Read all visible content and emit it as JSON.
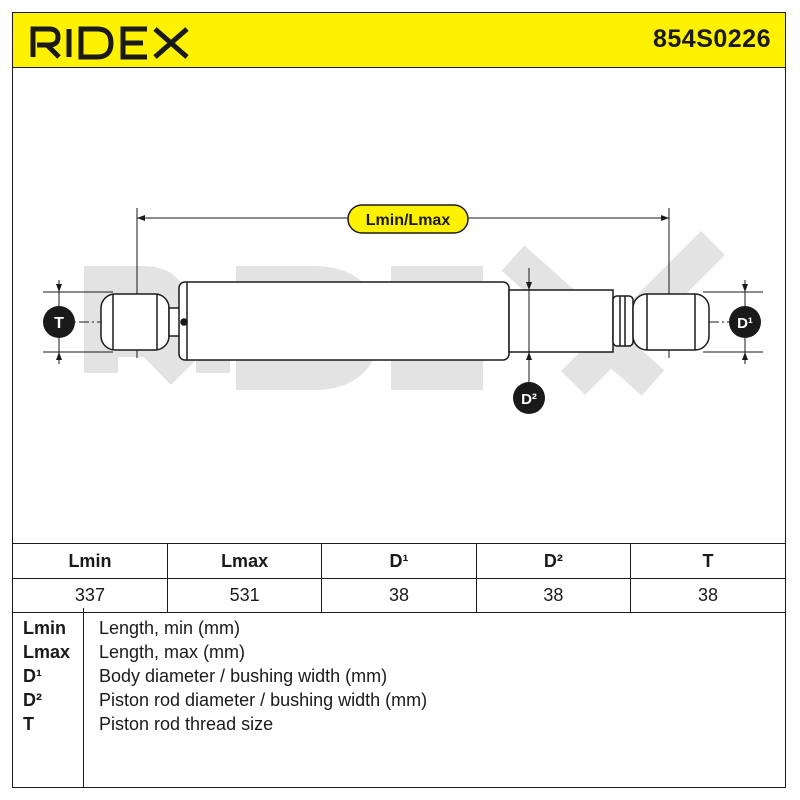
{
  "header": {
    "brand": "RIDEX",
    "part_number": "854S0226",
    "brand_color": "#fff200"
  },
  "drawing": {
    "length_label": "Lmin/Lmax",
    "badge_t": "T",
    "badge_d1": "D¹",
    "badge_d2": "D²",
    "watermark": "RIDEX"
  },
  "specs": {
    "headers": [
      "Lmin",
      "Lmax",
      "D¹",
      "D²",
      "T"
    ],
    "values": [
      "337",
      "531",
      "38",
      "38",
      "38"
    ]
  },
  "legend": [
    {
      "key": "Lmin",
      "desc": "Length, min (mm)"
    },
    {
      "key": "Lmax",
      "desc": "Length, max (mm)"
    },
    {
      "key": "D¹",
      "desc": "Body diameter / bushing width (mm)"
    },
    {
      "key": "D²",
      "desc": "Piston rod diameter / bushing width (mm)"
    },
    {
      "key": "T",
      "desc": "Piston rod thread size"
    }
  ]
}
